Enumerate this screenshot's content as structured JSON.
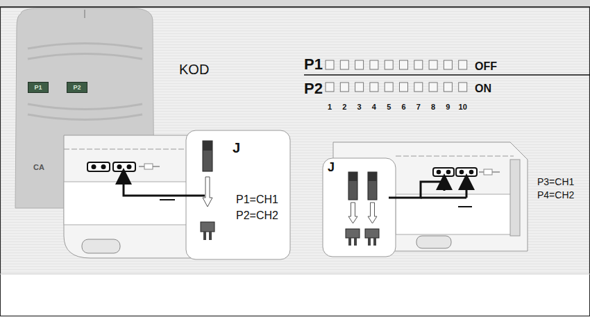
{
  "diagram": {
    "nodes": [
      {
        "text": [
          "P1"
        ]
      },
      {
        "text": [
          "P2"
        ]
      }
    ],
    "labels": [
      "KOD",
      "P1",
      "P2",
      "OFF",
      "ON",
      "1",
      "2",
      "3",
      "4",
      "5",
      "6",
      "7",
      "8",
      "9",
      "10",
      "CA",
      "J",
      "P1=CH1",
      "P2=CH2",
      "J",
      "P3=CH1",
      "P4=CH2"
    ]
  }
}
